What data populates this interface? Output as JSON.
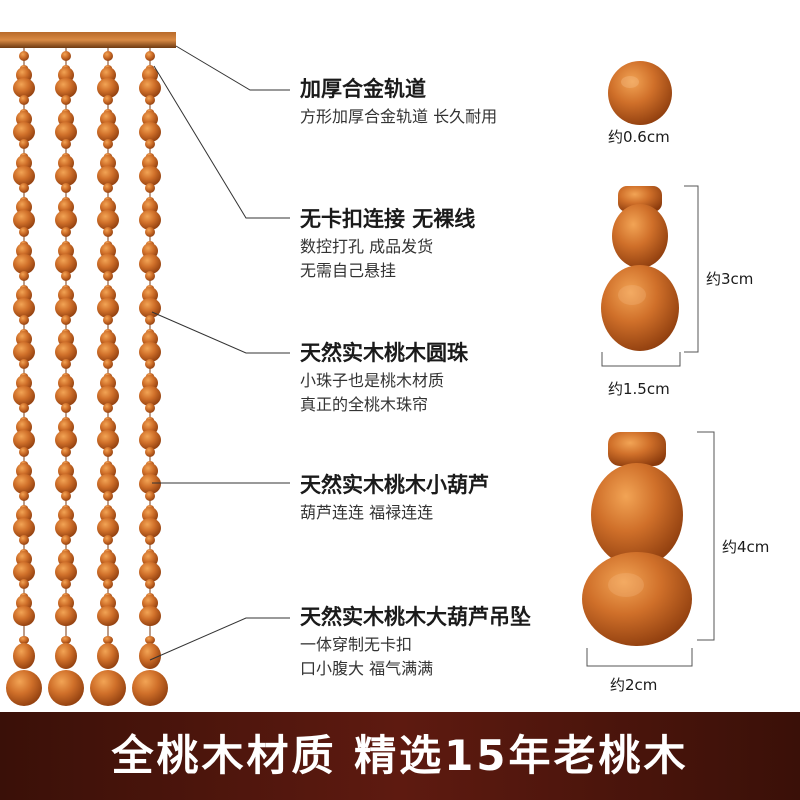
{
  "features": [
    {
      "title": "加厚合金轨道",
      "lines": [
        "方形加厚合金轨道 长久耐用"
      ]
    },
    {
      "title": "无卡扣连接 无裸线",
      "lines": [
        "数控打孔 成品发货",
        "无需自己悬挂"
      ]
    },
    {
      "title": "天然实木桃木圆珠",
      "lines": [
        "小珠子也是桃木材质",
        "真正的全桃木珠帘"
      ]
    },
    {
      "title": "天然实木桃木小葫芦",
      "lines": [
        "葫芦连连 福禄连连"
      ]
    },
    {
      "title": "天然实木桃木大葫芦吊坠",
      "lines": [
        "一体穿制无卡扣",
        "口小腹大 福气满满"
      ]
    }
  ],
  "dimensions": {
    "bead": "约0.6cm",
    "small_gourd_height": "约3cm",
    "small_gourd_width": "约1.5cm",
    "large_gourd_height": "约4cm",
    "large_gourd_width": "约2cm"
  },
  "banner": {
    "text": "全桃木材质  精选15年老桃木"
  },
  "colors": {
    "wood": "#c8651e",
    "wood_light": "#e08a3a",
    "wood_dark": "#8a3a0c",
    "banner": "#4a140c"
  }
}
